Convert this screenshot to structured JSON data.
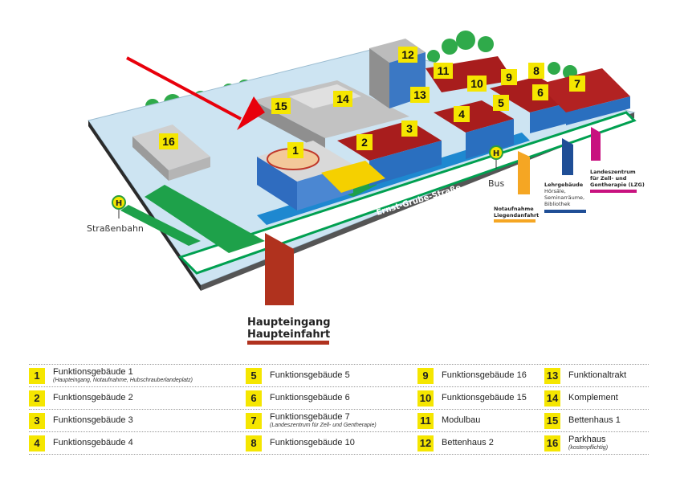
{
  "map": {
    "main_entrance": "Haupteingang",
    "main_drive": "Haupteinfahrt",
    "street": "Ernst-Grube-Straße",
    "bus": "Bus",
    "tram": "Straßenbahn",
    "stop_symbol": "H",
    "emergency_line1": "Notaufnahme",
    "emergency_line2": "Liegendanfahrt",
    "teaching_line1": "Lehrgebäude",
    "teaching_line2": "Hörsäle,",
    "teaching_line3": "Seminarräume,",
    "teaching_line4": "Bibliothek",
    "lzg_line1": "Landeszentrum",
    "lzg_line2": "für Zell- und",
    "lzg_line3": "Gentherapie (LZG)",
    "colors": {
      "emergency": "#f5a623",
      "teaching": "#1f4e96",
      "lzg": "#c8127f",
      "entrance": "#b0321e",
      "arrow": "#e8000b",
      "number_box": "#f5e600"
    },
    "building_numbers": [
      "1",
      "2",
      "3",
      "4",
      "5",
      "6",
      "7",
      "8",
      "9",
      "10",
      "11",
      "12",
      "13",
      "14",
      "15",
      "16"
    ]
  },
  "legend": [
    [
      {
        "num": "1",
        "name": "Funktionsgebäude 1",
        "sub": "(Haupteingang, Notaufnahme, Hubschrauberlandeplatz)"
      },
      {
        "num": "5",
        "name": "Funktionsgebäude 5",
        "sub": ""
      },
      {
        "num": "9",
        "name": "Funktionsgebäude 16",
        "sub": ""
      },
      {
        "num": "13",
        "name": "Funktionaltrakt",
        "sub": ""
      }
    ],
    [
      {
        "num": "2",
        "name": "Funktionsgebäude 2",
        "sub": ""
      },
      {
        "num": "6",
        "name": "Funktionsgebäude 6",
        "sub": ""
      },
      {
        "num": "10",
        "name": "Funktionsgebäude 15",
        "sub": ""
      },
      {
        "num": "14",
        "name": "Komplement",
        "sub": ""
      }
    ],
    [
      {
        "num": "3",
        "name": "Funktionsgebäude 3",
        "sub": ""
      },
      {
        "num": "7",
        "name": "Funktionsgebäude 7",
        "sub": "(Landeszentrum für Zell- und Gentherapie)"
      },
      {
        "num": "11",
        "name": "Modulbau",
        "sub": ""
      },
      {
        "num": "15",
        "name": "Bettenhaus 1",
        "sub": ""
      }
    ],
    [
      {
        "num": "4",
        "name": "Funktionsgebäude 4",
        "sub": ""
      },
      {
        "num": "8",
        "name": "Funktionsgebäude 10",
        "sub": ""
      },
      {
        "num": "12",
        "name": "Bettenhaus 2",
        "sub": ""
      },
      {
        "num": "16",
        "name": "Parkhaus",
        "sub": "(kostenpflichtig)"
      }
    ]
  ]
}
